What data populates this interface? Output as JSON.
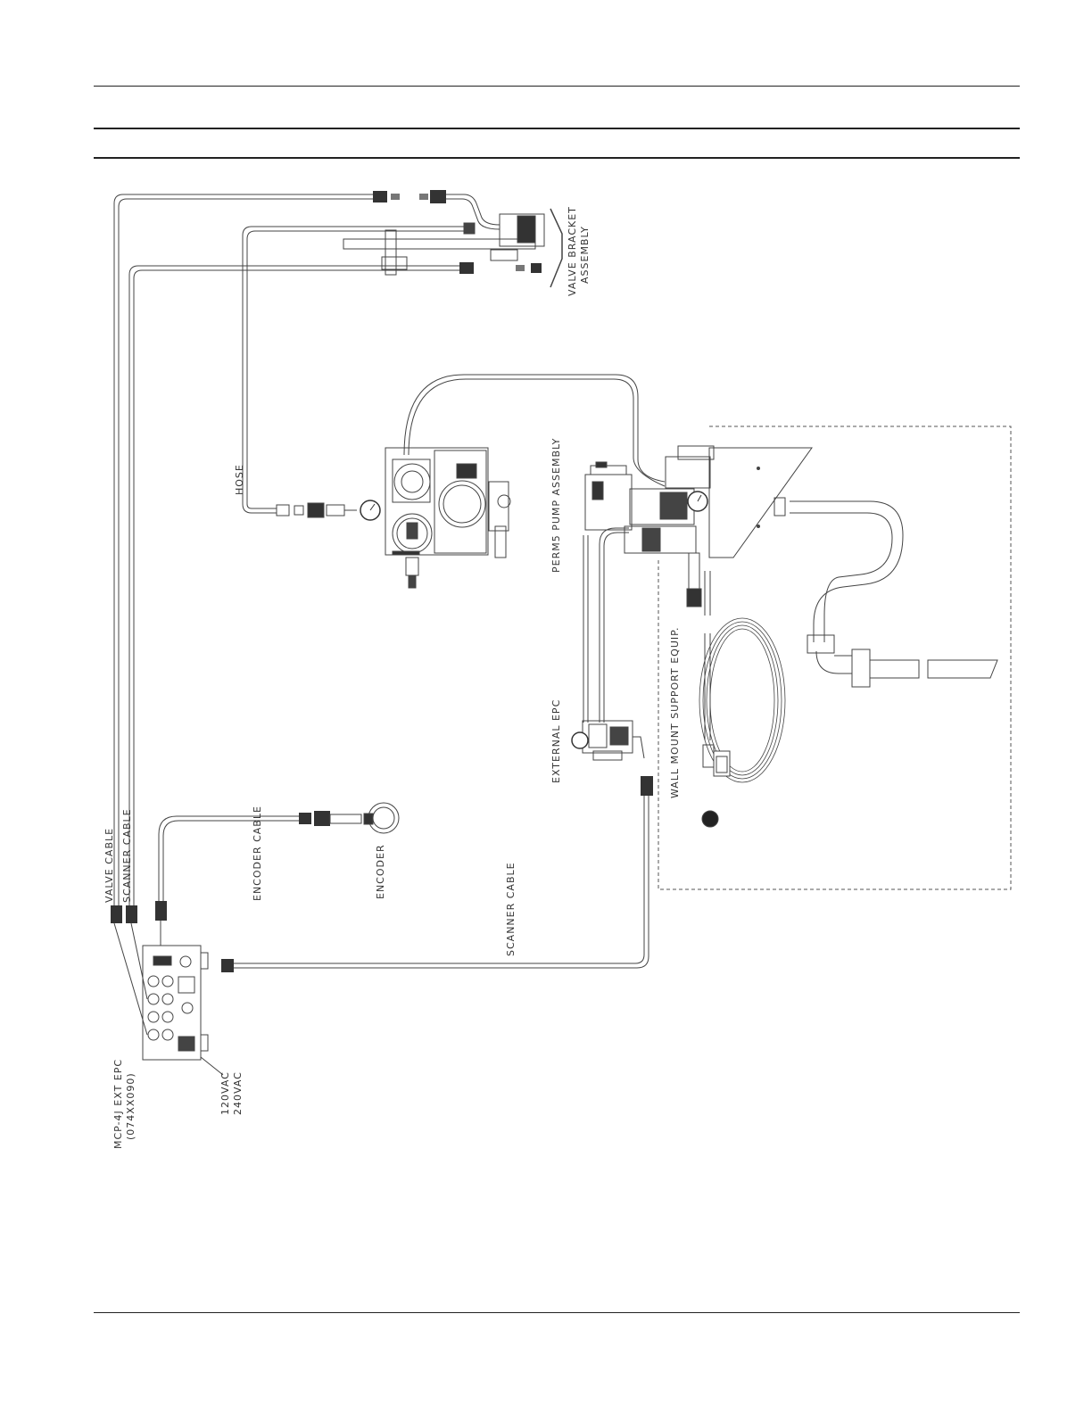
{
  "labels": {
    "valve_bracket_1": "VALVE BRACKET",
    "valve_bracket_2": "ASSEMBLY",
    "hose": "HOSE",
    "perm5_pump": "PERM5 PUMP ASSEMBLY",
    "external_epc": "EXTERNAL EPC",
    "wall_mount": "WALL MOUNT SUPPORT EQUIP.",
    "valve_cable": "VALVE CABLE",
    "scanner_cable_left": "SCANNER CABLE",
    "encoder_cable": "ENCODER CABLE",
    "encoder": "ENCODER",
    "scanner_cable_bottom": "SCANNER CABLE",
    "mcp_1": "MCP-4J EXT EPC",
    "mcp_2": "(074XX090)",
    "power_1": "120VAC",
    "power_2": "240VAC"
  },
  "colors": {
    "line": "#444444",
    "rule": "#222222"
  }
}
